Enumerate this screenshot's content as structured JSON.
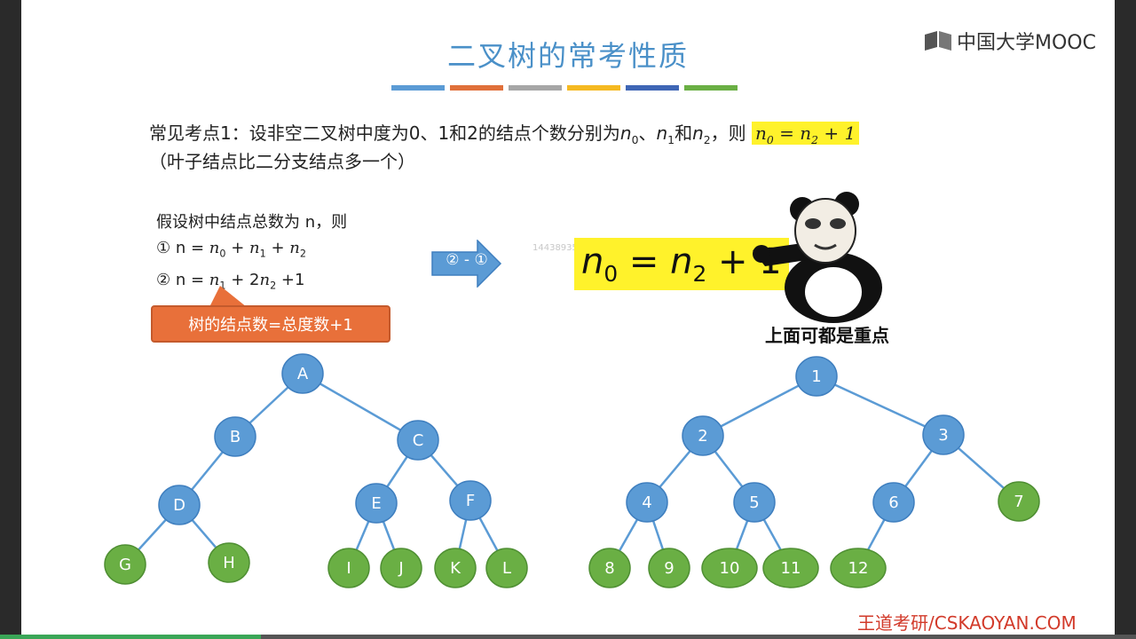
{
  "slide": {
    "title": "二叉树的常考性质",
    "title_bar_colors": [
      "#5b9bd5",
      "#e0703a",
      "#a6a6a6",
      "#f5b921",
      "#3f66b5",
      "#6aaf44"
    ],
    "logo_text": "中国大学MOOC",
    "point1_text": "常见考点1：设非空二叉树中度为0、1和2的结点个数分别为",
    "point1_vars": [
      "n",
      "0",
      "、",
      "n",
      "1",
      "和",
      "n",
      "2",
      "，则"
    ],
    "point1_highlight": [
      "n",
      "0",
      " = n",
      "2",
      " + 1"
    ],
    "point1_note": "（叶子结点比二分支结点多一个）",
    "assume_line": "假设树中结点总数为 n，则",
    "eq1_parts": [
      "① n = ",
      "n",
      "0",
      " + ",
      "n",
      "1",
      " + ",
      "n",
      "2"
    ],
    "eq2_parts": [
      "② n = ",
      "n",
      "1",
      " + 2",
      "n",
      "2",
      " +1"
    ],
    "callout": "树的结点数=总度数+1",
    "arrow_label": "② - ①",
    "watermark_id": "1443893503",
    "big_formula_parts": [
      "n",
      "0",
      " = ",
      "n",
      "2",
      " + 1"
    ],
    "panda_caption": "上面可都是重点",
    "brand": "王道考研/CSKAOYAN.COM",
    "progress": 0.23
  },
  "tree_left": {
    "nodes": [
      {
        "label": "A",
        "color": "#5b9bd5"
      },
      {
        "label": "B",
        "color": "#5b9bd5"
      },
      {
        "label": "C",
        "color": "#5b9bd5"
      },
      {
        "label": "D",
        "color": "#5b9bd5"
      },
      {
        "label": "E",
        "color": "#5b9bd5"
      },
      {
        "label": "F",
        "color": "#5b9bd5"
      },
      {
        "label": "G",
        "color": "#6aaf44"
      },
      {
        "label": "H",
        "color": "#6aaf44"
      },
      {
        "label": "I",
        "color": "#6aaf44"
      },
      {
        "label": "J",
        "color": "#6aaf44"
      },
      {
        "label": "K",
        "color": "#6aaf44"
      },
      {
        "label": "L",
        "color": "#6aaf44"
      }
    ],
    "edges": [
      [
        "A",
        "B"
      ],
      [
        "A",
        "C"
      ],
      [
        "B",
        "D"
      ],
      [
        "C",
        "E"
      ],
      [
        "C",
        "F"
      ],
      [
        "D",
        "G"
      ],
      [
        "D",
        "H"
      ],
      [
        "E",
        "I"
      ],
      [
        "E",
        "J"
      ],
      [
        "F",
        "K"
      ],
      [
        "F",
        "L"
      ]
    ]
  },
  "tree_right": {
    "nodes": [
      {
        "label": "1",
        "color": "#5b9bd5"
      },
      {
        "label": "2",
        "color": "#5b9bd5"
      },
      {
        "label": "3",
        "color": "#5b9bd5"
      },
      {
        "label": "4",
        "color": "#5b9bd5"
      },
      {
        "label": "5",
        "color": "#5b9bd5"
      },
      {
        "label": "6",
        "color": "#5b9bd5"
      },
      {
        "label": "7",
        "color": "#6aaf44"
      },
      {
        "label": "8",
        "color": "#6aaf44"
      },
      {
        "label": "9",
        "color": "#6aaf44"
      },
      {
        "label": "10",
        "color": "#6aaf44"
      },
      {
        "label": "11",
        "color": "#6aaf44"
      },
      {
        "label": "12",
        "color": "#6aaf44"
      }
    ],
    "edges": [
      [
        "1",
        "2"
      ],
      [
        "1",
        "3"
      ],
      [
        "2",
        "4"
      ],
      [
        "2",
        "5"
      ],
      [
        "3",
        "6"
      ],
      [
        "3",
        "7"
      ],
      [
        "4",
        "8"
      ],
      [
        "4",
        "9"
      ],
      [
        "5",
        "10"
      ],
      [
        "5",
        "11"
      ],
      [
        "6",
        "12"
      ]
    ]
  }
}
